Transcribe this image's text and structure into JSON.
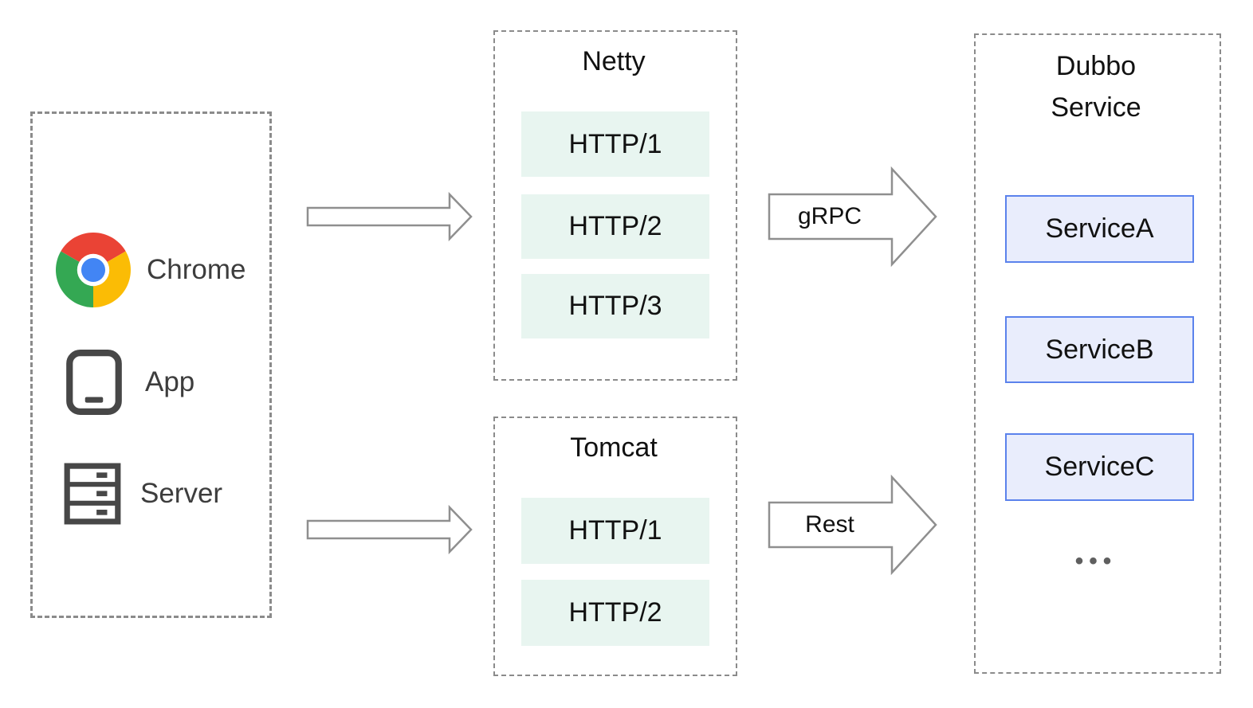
{
  "diagram": {
    "clients": {
      "items": [
        {
          "label": "Chrome",
          "icon": "chrome-logo"
        },
        {
          "label": "App",
          "icon": "app-tablet"
        },
        {
          "label": "Server",
          "icon": "server-rack"
        }
      ]
    },
    "netty": {
      "title": "Netty",
      "protocols": [
        "HTTP/1",
        "HTTP/2",
        "HTTP/3"
      ]
    },
    "tomcat": {
      "title": "Tomcat",
      "protocols": [
        "HTTP/1",
        "HTTP/2"
      ]
    },
    "dubbo": {
      "title_line1": "Dubbo",
      "title_line2": "Service",
      "services": [
        "ServiceA",
        "ServiceB",
        "ServiceC"
      ],
      "more_label": "•••"
    },
    "arrows": {
      "grpc": "gRPC",
      "rest": "Rest"
    },
    "colors": {
      "dashed_border": "#8b8b8b",
      "protocol_fill": "#e8f5f0",
      "service_fill": "#e9edfc",
      "service_border": "#5b82ec",
      "arrow_stroke": "#8f8f8f",
      "icon_gray": "#474747",
      "label_gray": "#3d3d3d",
      "text_dark": "#111111",
      "chrome_red": "#ea4335",
      "chrome_yellow": "#fbbc05",
      "chrome_green": "#34a853",
      "chrome_blue": "#4285f4"
    }
  }
}
